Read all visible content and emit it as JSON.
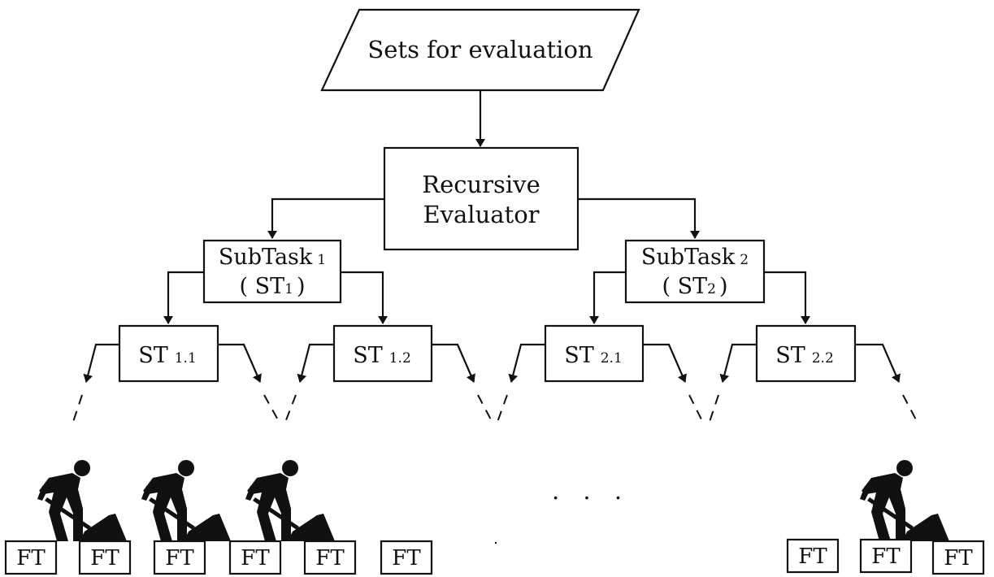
{
  "input_node": {
    "label": "Sets for evaluation"
  },
  "evaluator": {
    "line1": "Recursive",
    "line2": "Evaluator"
  },
  "subtasks": [
    {
      "name": "SubTask",
      "index": "1",
      "abbr": "( ST",
      "abbr_index": "1",
      "abbr_close": ")"
    },
    {
      "name": "SubTask",
      "index": "2",
      "abbr": "( ST",
      "abbr_index": "2",
      "abbr_close": ")"
    }
  ],
  "leaf_subtasks": [
    {
      "name": "ST",
      "index": "1.1"
    },
    {
      "name": "ST",
      "index": "1.2"
    },
    {
      "name": "ST",
      "index": "2.1"
    },
    {
      "name": "ST",
      "index": "2.2"
    }
  ],
  "ellipsis": ". . .",
  "final_tasks": [
    "FT",
    "FT",
    "FT",
    "FT",
    "FT",
    "FT",
    "FT",
    "FT",
    "FT"
  ],
  "icons": [
    "worker-digging-icon"
  ]
}
